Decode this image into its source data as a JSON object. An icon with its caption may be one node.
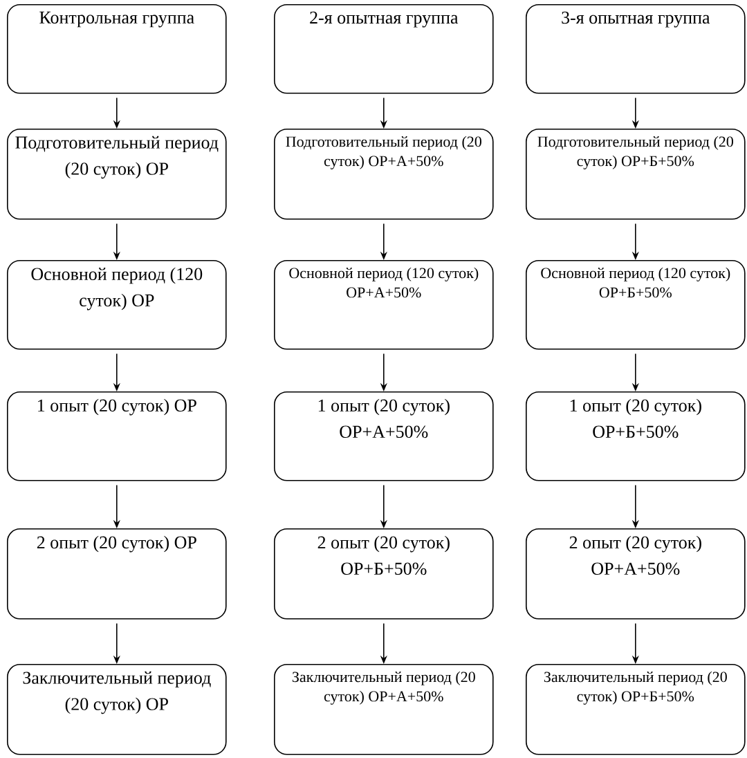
{
  "diagram": {
    "nodes": [
      {
        "text": [
          "Контрольная группа"
        ]
      },
      {
        "text": [
          "2-я опытная группа"
        ]
      },
      {
        "text": [
          "3-я опытная группа"
        ]
      },
      {
        "text": [
          "Подготовительный период (20 суток) ОР"
        ]
      },
      {
        "text": [
          "Подготовительный период (20 суток) ОР+А+50%"
        ]
      },
      {
        "text": [
          "Подготовительный период (20 суток) ОР+Б+50%"
        ]
      },
      {
        "text": [
          "Основной период (120 суток) ОР"
        ]
      },
      {
        "text": [
          "Основной период (120 суток) ОР+А+50%"
        ]
      },
      {
        "text": [
          "Основной период (120 суток) ОР+Б+50%"
        ]
      },
      {
        "text": [
          "1 опыт (20 суток) ОР"
        ]
      },
      {
        "text": [
          "1 опыт (20 суток) ОР+А+50%"
        ]
      },
      {
        "text": [
          "1 опыт (20 суток) ОР+Б+50%"
        ]
      },
      {
        "text": [
          "2 опыт (20 суток) ОР"
        ]
      },
      {
        "text": [
          "2 опыт (20 суток) ОР+Б+50%"
        ]
      },
      {
        "text": [
          "2 опыт (20 суток) ОР+А+50%"
        ]
      },
      {
        "text": [
          "Заключительный период (20 суток) ОР"
        ]
      },
      {
        "text": [
          "Заключительный период (20 суток) ОР+А+50%"
        ]
      },
      {
        "text": [
          "Заключительный период (20 суток) ОР+Б+50%"
        ]
      }
    ],
    "edges": [
      {
        "from": 0,
        "to": 3,
        "arrow": "to"
      },
      {
        "from": 1,
        "to": 4,
        "arrow": "to"
      },
      {
        "from": 2,
        "to": 5,
        "arrow": "to"
      },
      {
        "from": 3,
        "to": 6,
        "arrow": "to"
      },
      {
        "from": 4,
        "to": 7,
        "arrow": "to"
      },
      {
        "from": 5,
        "to": 8,
        "arrow": "to"
      },
      {
        "from": 6,
        "to": 9,
        "arrow": "to"
      },
      {
        "from": 7,
        "to": 10,
        "arrow": "to"
      },
      {
        "from": 8,
        "to": 11,
        "arrow": "to"
      },
      {
        "from": 9,
        "to": 12,
        "arrow": "to"
      },
      {
        "from": 10,
        "to": 13,
        "arrow": "to"
      },
      {
        "from": 11,
        "to": 14,
        "arrow": "to"
      },
      {
        "from": 12,
        "to": 15,
        "arrow": "to"
      },
      {
        "from": 13,
        "to": 16,
        "arrow": "to"
      },
      {
        "from": 14,
        "to": 17,
        "arrow": "to"
      }
    ]
  }
}
